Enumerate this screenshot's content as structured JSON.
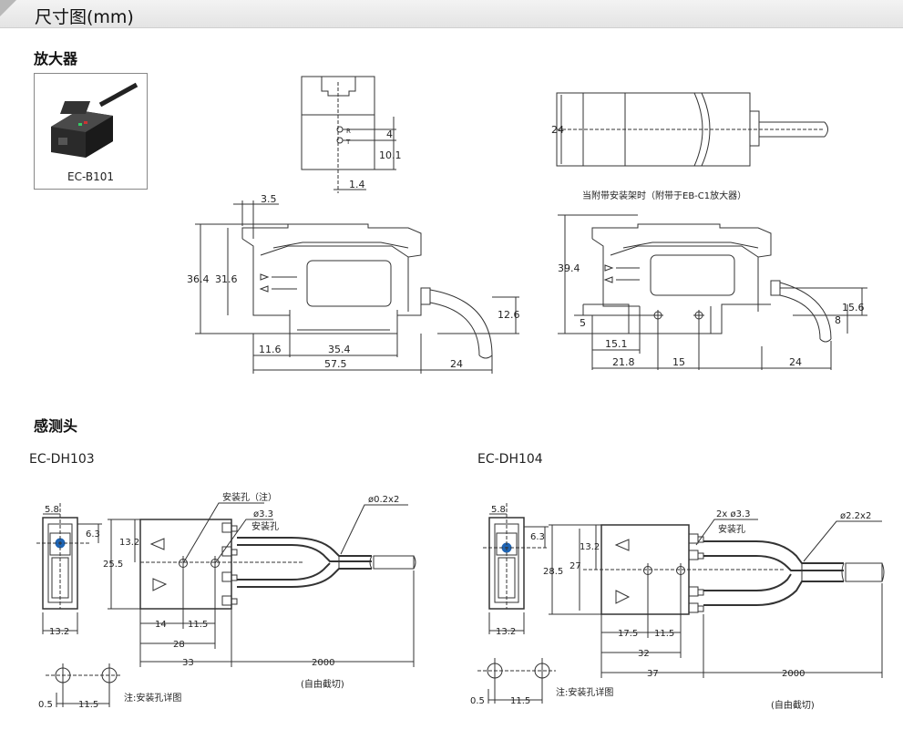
{
  "header": {
    "title": "尺寸图(mm)"
  },
  "amplifier": {
    "section_title": "放大器",
    "photo_caption": "EC-B101",
    "top_view": {
      "label_r": "R",
      "label_t": "T",
      "dim_4": "4",
      "dim_10_1": "10.1",
      "dim_1_4": "1.4"
    },
    "side_view": {
      "dim_24": "24"
    },
    "front_view": {
      "dim_3_5": "3.5",
      "dim_36_4": "36.4",
      "dim_31_6": "31.6",
      "dim_12_6": "12.6",
      "dim_11_6": "11.6",
      "dim_35_4": "35.4",
      "dim_57_5": "57.5",
      "dim_24": "24"
    },
    "bracket_view": {
      "note": "当附带安装架时（附带于EB-C1放大器）",
      "dim_39_4": "39.4",
      "dim_5": "5",
      "dim_15_6": "15.6",
      "dim_8": "8",
      "dim_15_1": "15.1",
      "dim_21_8": "21.8",
      "dim_15": "15",
      "dim_24": "24"
    }
  },
  "sensor": {
    "section_title": "感测头",
    "dh103": {
      "model": "EC-DH103",
      "dim_5_8": "5.8",
      "dim_6_3": "6.3",
      "dim_13_2_a": "13.2",
      "dim_13_2_b": "13.2",
      "dim_25_5": "25.5",
      "hole_note": "安装孔（注）",
      "dia_3_3": "ø3.3",
      "hole_label": "安装孔",
      "cable_dia": "ø0.2x2",
      "dim_14": "14",
      "dim_11_5": "11.5",
      "dim_28": "28",
      "dim_33": "33",
      "dim_2000": "2000",
      "cut": "(自由截切)",
      "dim_0_5": "0.5",
      "dim_11_5_b": "11.5",
      "detail_note": "注:安装孔详图"
    },
    "dh104": {
      "model": "EC-DH104",
      "dim_5_8": "5.8",
      "dim_6_3": "6.3",
      "dim_13_2_a": "13.2",
      "dim_13_2_b": "13.2",
      "dim_28_5": "28.5",
      "dim_27": "27",
      "dia_3_3": "2x ø3.3",
      "hole_label": "安装孔",
      "cable_dia": "ø2.2x2",
      "dim_17_5": "17.5",
      "dim_11_5": "11.5",
      "dim_32": "32",
      "dim_37": "37",
      "dim_2000": "2000",
      "cut": "(自由截切)",
      "dim_0_5": "0.5",
      "dim_11_5_b": "11.5",
      "detail_note": "注:安装孔详图"
    }
  },
  "colors": {
    "line": "#333333",
    "lens": "#1e64b4",
    "pink": "#d0339a"
  }
}
